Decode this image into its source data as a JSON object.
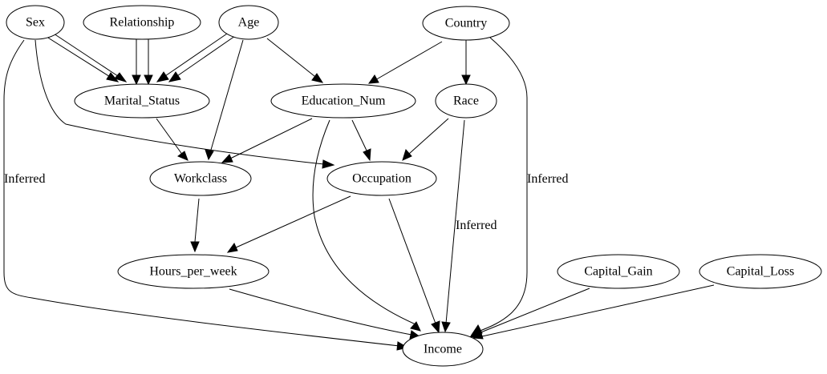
{
  "nodes": {
    "sex": "Sex",
    "relationship": "Relationship",
    "age": "Age",
    "country": "Country",
    "marital_status": "Marital_Status",
    "education_num": "Education_Num",
    "race": "Race",
    "workclass": "Workclass",
    "occupation": "Occupation",
    "hours_per_week": "Hours_per_week",
    "capital_gain": "Capital_Gain",
    "capital_loss": "Capital_Loss",
    "income": "Income"
  },
  "edge_labels": {
    "sex_income": "Inferred",
    "country_income": "Inferred",
    "race_income": "Inferred"
  },
  "colors": {
    "stroke": "#000000",
    "background": "#ffffff"
  }
}
